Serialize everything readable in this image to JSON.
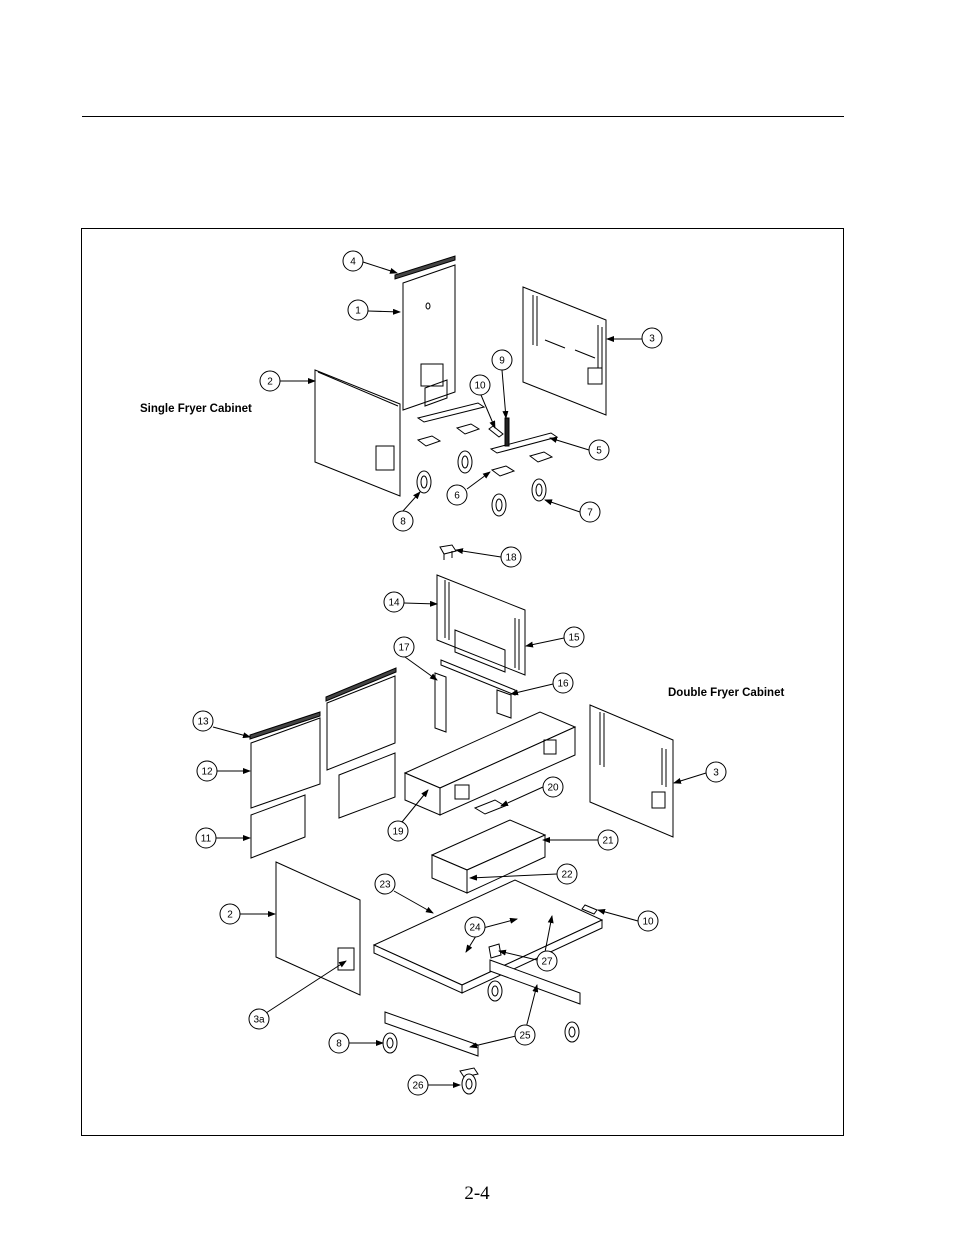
{
  "labels": {
    "single": "Single Fryer Cabinet",
    "double": "Double Fryer Cabinet"
  },
  "page_number": "2-4",
  "callouts": [
    "4",
    "1",
    "3",
    "9",
    "10",
    "2",
    "5",
    "6",
    "7",
    "8",
    "18",
    "14",
    "15",
    "17",
    "16",
    "13",
    "12",
    "3",
    "20",
    "11",
    "19",
    "21",
    "22",
    "23",
    "2",
    "10",
    "24",
    "27",
    "3a",
    "25",
    "8",
    "26"
  ]
}
